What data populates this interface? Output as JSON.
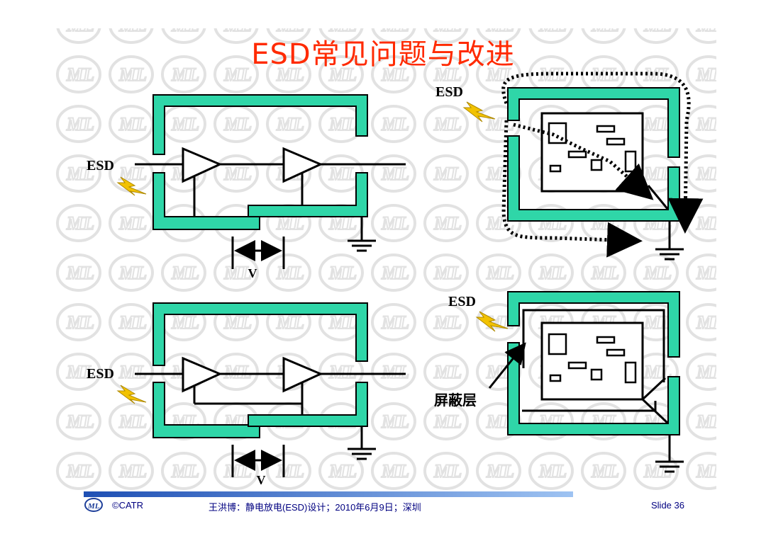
{
  "title": "ESD常见问题与改进",
  "footer": {
    "copyright": "©CATR",
    "citation": "王洪博：静电放电(ESD)设计；2010年6月9日；深圳",
    "slide_number": "Slide 36"
  },
  "diagram_labels": {
    "esd": "ESD",
    "voltage": "V",
    "shield_layer": "屏蔽层"
  },
  "colors": {
    "title": "#ff2a00",
    "chassis_fill": "#2fd6a8",
    "line": "#000000",
    "lightning": "#f2c200",
    "watermark": "#e0e0e0"
  },
  "icons": [
    "lightning-bolt-icon",
    "ground-symbol-icon",
    "amplifier-triangle-icon",
    "catr-logo-icon"
  ]
}
